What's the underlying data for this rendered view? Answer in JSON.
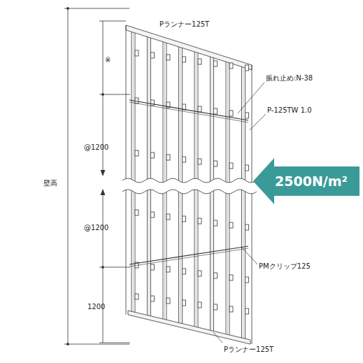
{
  "diagram": {
    "nodes": [
      {
        "text": [
          "2500N/m²"
        ]
      }
    ],
    "edges": [],
    "labels": [
      "Pランナー125T",
      "※",
      "振れ止め:N-38",
      "P-125TW 1.0",
      "@1200",
      "壁高",
      "@1200",
      "PMクリップ125",
      "1200",
      "Pランナー125T"
    ]
  }
}
